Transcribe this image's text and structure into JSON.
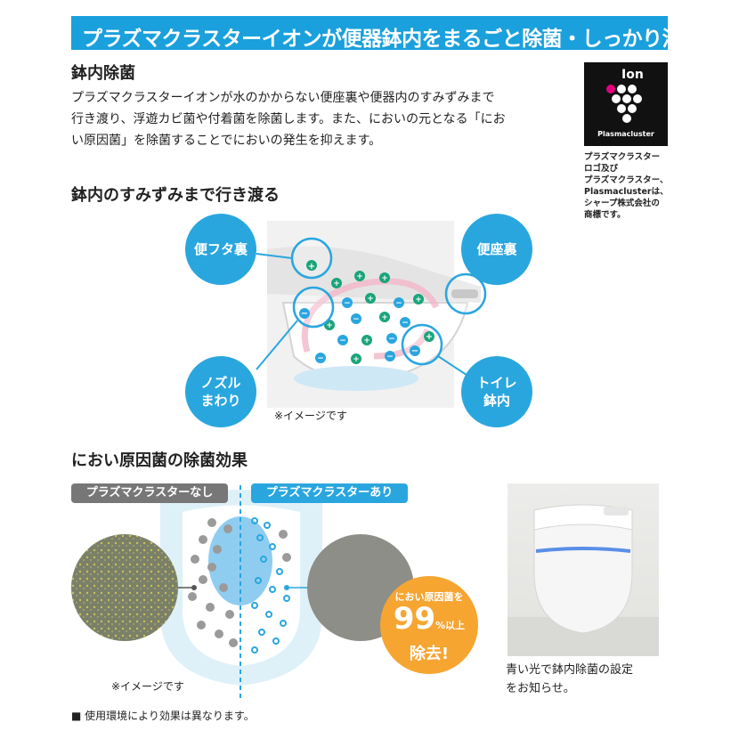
{
  "header": {
    "title": "プラズマクラスターイオンが便器鉢内をまるごと除菌・しっかり消臭"
  },
  "section1": {
    "title": "鉢内除菌",
    "lines": [
      "プラズマクラスターイオンが水のかからない便座裏や便器内のすみずみまで",
      "行き渡り、浮遊カビ菌や付着菌を除菌します。また、においの元となる「にお",
      "い原因菌」を除菌することでにおいの発生を抑えます。"
    ]
  },
  "logo": {
    "ion_text": "Ion",
    "brand_text": "Plasmacluster",
    "note_lines": [
      "プラズマクラスター",
      "ロゴ及び",
      "プラズマクラスター、",
      "Plasmaclusterは、",
      "シャープ株式会社の",
      "商標です。"
    ]
  },
  "section2": {
    "title": "鉢内のすみずみまで行き渡る",
    "bubbles": {
      "lid_back": "便フタ裏",
      "seat_back": "便座裏",
      "nozzle": [
        "ノズル",
        "まわり"
      ],
      "bowl": [
        "トイレ",
        "鉢内"
      ]
    },
    "image_note": "※イメージです"
  },
  "section3": {
    "title": "におい原因菌の除菌効果",
    "tag_without": "プラズマクラスターなし",
    "tag_with": "プラズマクラスターあり",
    "badge": {
      "line1": "におい原因菌を",
      "percent": "99",
      "unit": "%以上",
      "line2": "除去!"
    },
    "image_note": "※イメージです"
  },
  "photo": {
    "caption_lines": [
      "青い光で鉢内除菌の設定",
      "をお知らせ。"
    ]
  },
  "footnote": "■ 使用環境により効果は異なります。",
  "colors": {
    "accent": "#1aa0dc",
    "bubble": "#2aa6df",
    "gray_tag": "#777777",
    "badge": "#f6a531"
  }
}
